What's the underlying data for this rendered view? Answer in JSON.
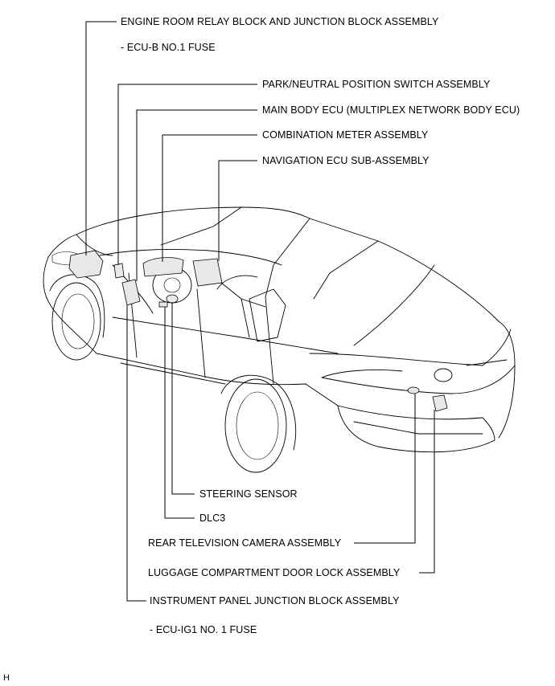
{
  "labels": {
    "engine_room_relay": "ENGINE ROOM RELAY BLOCK AND JUNCTION BLOCK ASSEMBLY",
    "ecu_b_fuse": "- ECU-B NO.1 FUSE",
    "park_neutral": "PARK/NEUTRAL POSITION SWITCH ASSEMBLY",
    "main_body_ecu": "MAIN BODY ECU (MULTIPLEX NETWORK BODY ECU)",
    "combination_meter": "COMBINATION METER ASSEMBLY",
    "navigation_ecu": "NAVIGATION ECU SUB-ASSEMBLY",
    "steering_sensor": "STEERING SENSOR",
    "dlc3": "DLC3",
    "rear_camera": "REAR TELEVISION CAMERA ASSEMBLY",
    "luggage_lock": "LUGGAGE COMPARTMENT DOOR LOCK ASSEMBLY",
    "instrument_panel_jb": "INSTRUMENT PANEL JUNCTION BLOCK ASSEMBLY",
    "ecu_ig1_fuse": "- ECU-IG1 NO. 1 FUSE"
  },
  "figure_id": "H"
}
